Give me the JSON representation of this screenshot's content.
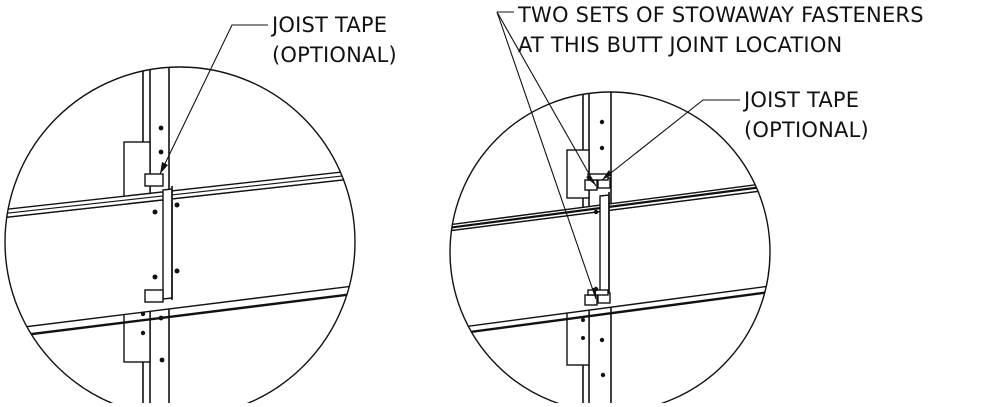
{
  "left_detail": {
    "callout_line1": "JOIST TAPE",
    "callout_line2": "(OPTIONAL)"
  },
  "right_detail": {
    "fasteners_line1": "TWO SETS OF  STOWAWAY FASTENERS",
    "fasteners_line2": "AT THIS BUTT JOINT LOCATION",
    "tape_line1": "JOIST TAPE",
    "tape_line2": "(OPTIONAL)"
  },
  "colors": {
    "ink": "#111111",
    "paper": "#ffffff"
  }
}
